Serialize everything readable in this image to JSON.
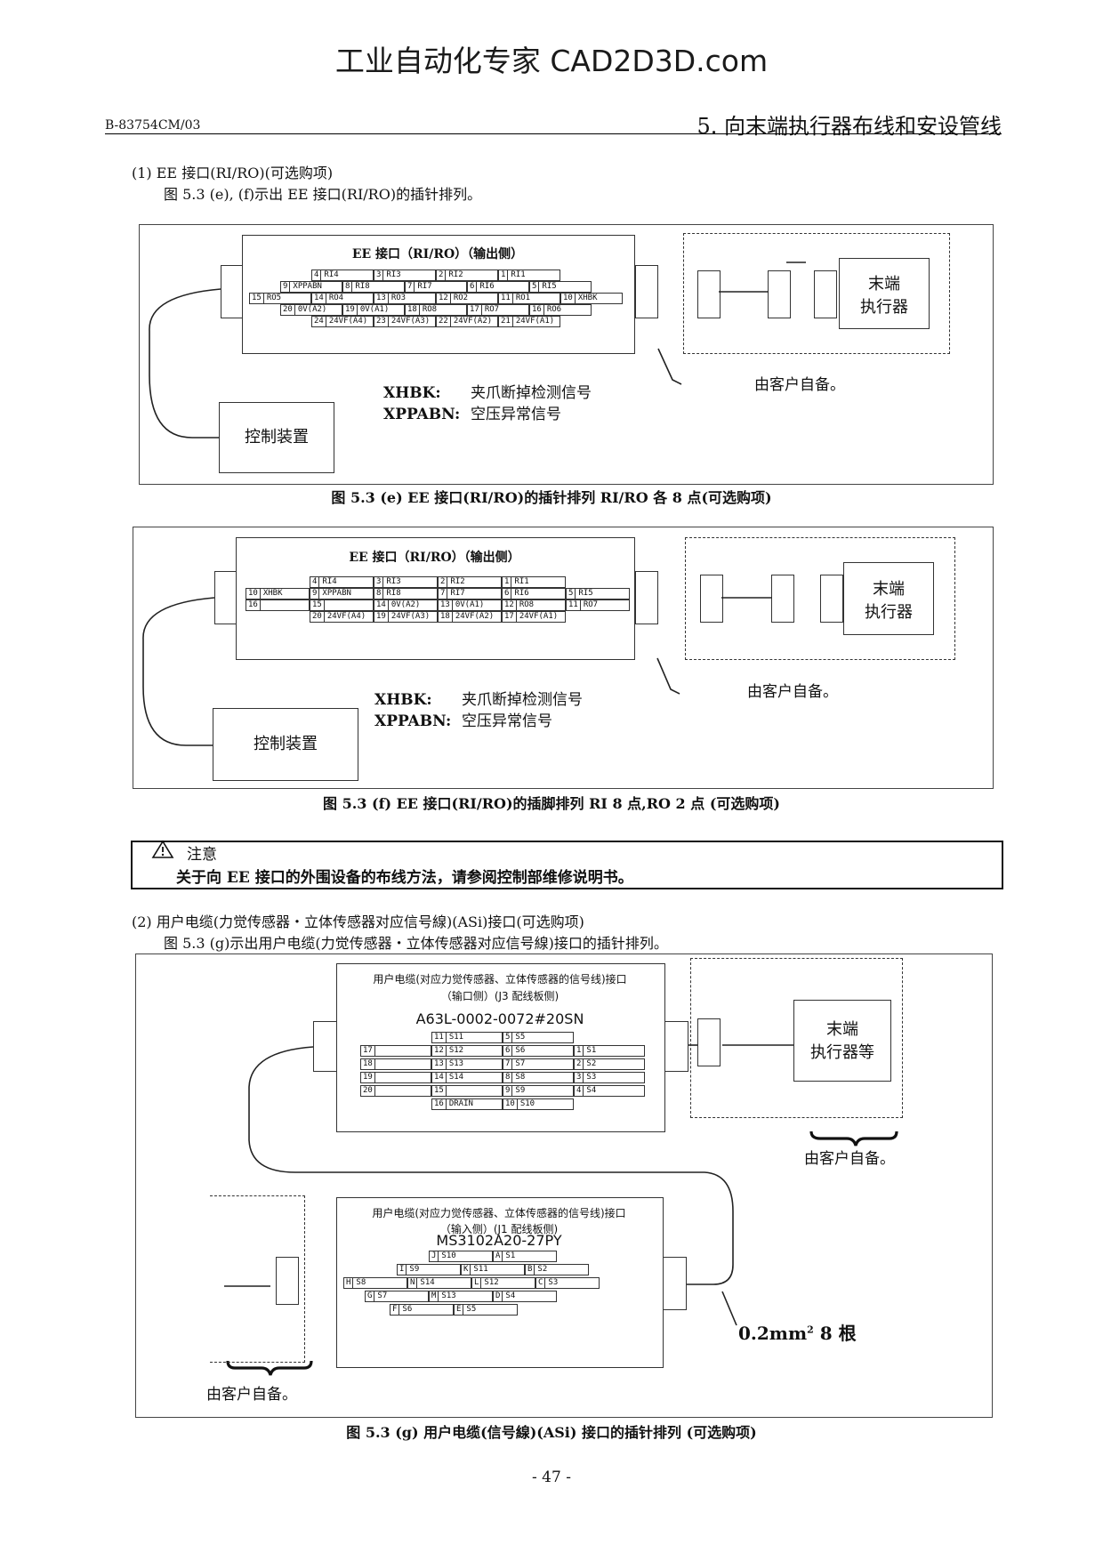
{
  "banner": "工业自动化专家 CAD2D3D.com",
  "header": {
    "doc_id": "B-83754CM/03",
    "chapter": "5. 向末端执行器布线和安设管线"
  },
  "section1": {
    "heading": "(1)   EE 接口(RI/RO)(可选购项)",
    "text": "图 5.3 (e), (f)示出 EE 接口(RI/RO)的插针排列。"
  },
  "common": {
    "end_effector": [
      "末端",
      "执行器"
    ],
    "controller": "控制装置",
    "customer": "由客户自备。",
    "xhbk_key": "XHBK:",
    "xhbk_val": "夹爪断掉检测信号",
    "xppabn_key": "XPPABN:",
    "xppabn_val": "空压异常信号",
    "ee_title": "EE 接口（RI/RO）（输出侧）"
  },
  "fig_e": {
    "caption": "图 5.3 (e) EE 接口(RI/RO)的插针排列 RI/RO  各 8 点(可选购项)",
    "pins": [
      [
        [
          "4",
          "RI4"
        ],
        [
          "3",
          "RI3"
        ],
        [
          "2",
          "RI2"
        ],
        [
          "1",
          "RI1"
        ]
      ],
      [
        [
          "9",
          "XPPABN"
        ],
        [
          "8",
          "RI8"
        ],
        [
          "7",
          "RI7"
        ],
        [
          "6",
          "RI6"
        ],
        [
          "5",
          "RI5"
        ]
      ],
      [
        [
          "15",
          "RO5"
        ],
        [
          "14",
          "RO4"
        ],
        [
          "13",
          "RO3"
        ],
        [
          "12",
          "RO2"
        ],
        [
          "11",
          "RO1"
        ],
        [
          "10",
          "XHBK"
        ]
      ],
      [
        [
          "20",
          "0V(A2)"
        ],
        [
          "19",
          "0V(A1)"
        ],
        [
          "18",
          "RO8"
        ],
        [
          "17",
          "RO7"
        ],
        [
          "16",
          "RO6"
        ]
      ],
      [
        [
          "24",
          "24VF(A4)"
        ],
        [
          "23",
          "24VF(A3)"
        ],
        [
          "22",
          "24VF(A2)"
        ],
        [
          "21",
          "24VF(A1)"
        ]
      ]
    ]
  },
  "fig_f": {
    "caption": "图 5.3 (f) EE 接口(RI/RO)的插脚排列 RI 8 点,RO 2 点  (可选购项)",
    "pins": [
      [
        [
          "4",
          "RI4"
        ],
        [
          "3",
          "RI3"
        ],
        [
          "2",
          "RI2"
        ],
        [
          "1",
          "RI1"
        ]
      ],
      [
        [
          "10",
          "XHBK"
        ],
        [
          "9",
          "XPPABN"
        ],
        [
          "8",
          "RI8"
        ],
        [
          "7",
          "RI7"
        ],
        [
          "6",
          "RI6"
        ],
        [
          "5",
          "RI5"
        ]
      ],
      [
        [
          "16",
          ""
        ],
        [
          "15",
          ""
        ],
        [
          "14",
          "0V(A2)"
        ],
        [
          "13",
          "0V(A1)"
        ],
        [
          "12",
          "RO8"
        ],
        [
          "11",
          "RO7"
        ]
      ],
      [
        [
          "20",
          "24VF(A4)"
        ],
        [
          "19",
          "24VF(A3)"
        ],
        [
          "18",
          "24VF(A2)"
        ],
        [
          "17",
          "24VF(A1)"
        ]
      ]
    ]
  },
  "caution": {
    "title": "注意",
    "text": "关于向 EE 接口的外围设备的布线方法，请参阅控制部维修说明书。"
  },
  "section2": {
    "heading": "(2)   用户电缆(力觉传感器・立体传感器对应信号線)(ASi)接口(可选购项)",
    "text": "图 5.3 (g)示出用户电缆(力觉传感器・立体传感器对应信号線)接口的插针排列。"
  },
  "fig_g": {
    "caption": "图 5.3 (g)  用户电缆(信号線)(ASi)  接口的插针排列  (可选购项)",
    "out_title": "用户电缆(对应力觉传感器、立体传感器的信号线)接口",
    "out_sub": "（输口侧）(J3 配线板侧)",
    "out_part": "A63L-0002-0072#20SN",
    "out_pins": [
      [
        [
          "",
          ""
        ],
        [
          "11",
          "S11"
        ],
        [
          "5",
          "S5"
        ],
        [
          "",
          ""
        ]
      ],
      [
        [
          "17",
          ""
        ],
        [
          "12",
          "S12"
        ],
        [
          "6",
          "S6"
        ],
        [
          "1",
          "S1"
        ]
      ],
      [
        [
          "18",
          ""
        ],
        [
          "13",
          "S13"
        ],
        [
          "7",
          "S7"
        ],
        [
          "2",
          "S2"
        ]
      ],
      [
        [
          "19",
          ""
        ],
        [
          "14",
          "S14"
        ],
        [
          "8",
          "S8"
        ],
        [
          "3",
          "S3"
        ]
      ],
      [
        [
          "20",
          ""
        ],
        [
          "15",
          ""
        ],
        [
          "9",
          "S9"
        ],
        [
          "4",
          "S4"
        ]
      ],
      [
        [
          "",
          ""
        ],
        [
          "16",
          "DRAIN"
        ],
        [
          "10",
          "S10"
        ],
        [
          "",
          ""
        ]
      ]
    ],
    "in_title": "用户电缆(对应力觉传感器、立体传感器的信号线)接口",
    "in_sub": "（输入侧）(J1 配线板侧)",
    "in_part": "MS3102A20-27PY",
    "in_pins": [
      [
        [
          "J",
          "S10"
        ],
        [
          "A",
          "S1"
        ]
      ],
      [
        [
          "I",
          "S9"
        ],
        [
          "K",
          "S11"
        ],
        [
          "B",
          "S2"
        ]
      ],
      [
        [
          "H",
          "S8"
        ],
        [
          "N",
          "S14"
        ],
        [
          "L",
          "S12"
        ],
        [
          "C",
          "S3"
        ]
      ],
      [
        [
          "G",
          "S7"
        ],
        [
          "M",
          "S13"
        ],
        [
          "D",
          "S4"
        ]
      ],
      [
        [
          "F",
          "S6"
        ],
        [
          "E",
          "S5"
        ]
      ]
    ],
    "end_effector": [
      "末端",
      "执行器等"
    ],
    "wire": "0.2mm",
    "wire_sup": "2",
    "wire_count": " 8 根"
  },
  "page_number": "- 47 -"
}
